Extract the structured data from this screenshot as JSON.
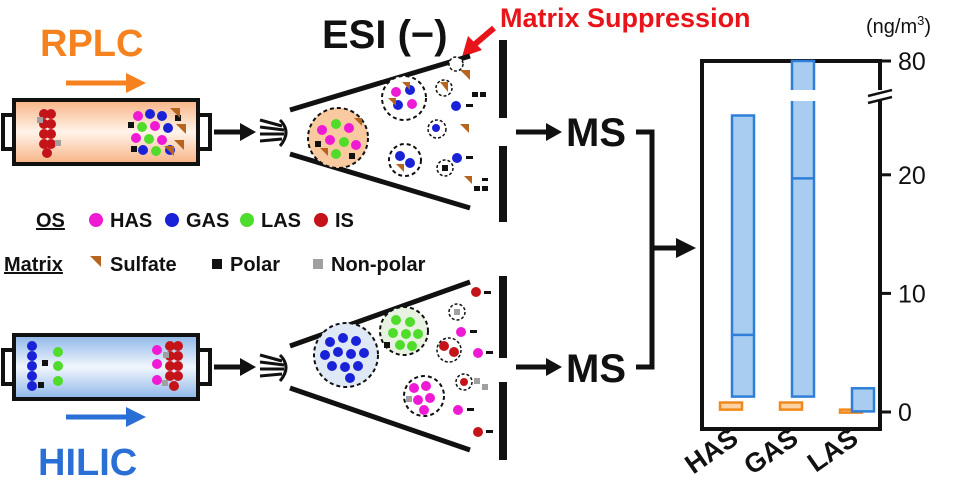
{
  "labels": {
    "rplc": "RPLC",
    "hilic": "HILIC",
    "esi": "ESI (−)",
    "matrix_suppression": "Matrix Suppression",
    "ms_top": "MS",
    "ms_bottom": "MS",
    "units": "(ng/m",
    "units_sup": "3",
    "units_close": ")"
  },
  "legend": {
    "os_title": "OS",
    "os_items": [
      {
        "name": "HAS",
        "color": "#ee1ad4"
      },
      {
        "name": "GAS",
        "color": "#1a22d8"
      },
      {
        "name": "LAS",
        "color": "#4fdc2a"
      },
      {
        "name": "IS",
        "color": "#c4141a"
      }
    ],
    "matrix_title": "Matrix",
    "matrix_items": [
      {
        "name": "Sulfate",
        "color": "#b5651d",
        "shape": "triangle"
      },
      {
        "name": "Polar",
        "color": "#111111",
        "shape": "square"
      },
      {
        "name": "Non-polar",
        "color": "#a0a0a0",
        "shape": "square"
      }
    ]
  },
  "colors": {
    "rplc": "#f5821f",
    "hilic": "#2a6fd6",
    "suppression": "#e8141a",
    "rplc_fill": "#f9c9a0",
    "hilic_fill": "#a9c7ec",
    "bar_blue": "#2f7fd9",
    "bar_blue_fill": "#a9cdf0",
    "bar_orange": "#f08a1c",
    "bar_orange_fill": "#fbd2a6"
  },
  "chart_data": {
    "type": "bar",
    "categories": [
      "HAS",
      "GAS",
      "LAS"
    ],
    "y_ticks": [
      "0",
      "10",
      "20",
      "80"
    ],
    "axis_break": true,
    "series": [
      {
        "low": [
          0.2,
          0.2,
          0.05
        ],
        "high": [
          0.8,
          0.8,
          0.2
        ],
        "color": "#f08a1c"
      },
      {
        "low": [
          1.3,
          1.3,
          0.05
        ],
        "high": [
          25,
          80,
          2.0
        ],
        "median": [
          6.5,
          19.7,
          null
        ],
        "color": "#2f7fd9"
      }
    ]
  }
}
